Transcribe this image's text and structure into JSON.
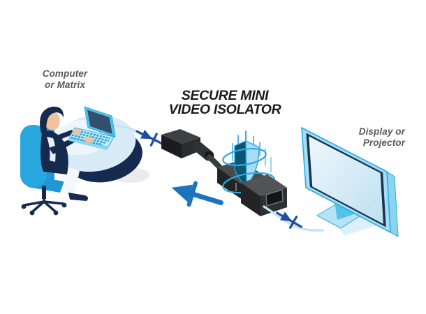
{
  "diagram": {
    "title": {
      "line1": "SECURE MINI",
      "line2": "VIDEO ISOLATOR"
    },
    "source_label": {
      "line1": "Computer",
      "line2": "or Matrix"
    },
    "destination_label": {
      "line1": "Display or",
      "line2": "Projector"
    },
    "flow": {
      "source": "Computer or Matrix",
      "device": "Secure Mini Video Isolator",
      "destination": "Display or Projector",
      "arrow_meaning": "one-way video signal (return path blocked)"
    },
    "palette": {
      "accent_cyan": "#29ABE2",
      "navy": "#16294E",
      "bezel_navy": "#16334F",
      "label_gray": "#58595B",
      "title_black": "#1A1A1A",
      "arrow_blue": "#1C75BC",
      "diode_blue": "#1E4F9F",
      "cable_blue": "#C2E4F5",
      "shield_dark": "#0E5573",
      "shield_light": "#A9DCF3",
      "monitor_frame": "#A6DDF5",
      "desk_top": "#D9EBF7",
      "chair_blue": "#29A8E0",
      "skin": "#F2C29E",
      "device_gray_top": "#4A4B4D",
      "device_gray_front": "#232426",
      "bg": "#FFFFFF"
    }
  }
}
